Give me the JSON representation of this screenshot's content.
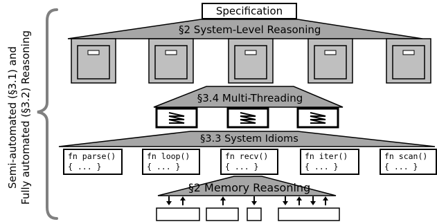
{
  "title": "Specification",
  "side_label": {
    "line1": "Semi-automated (§3.1) and",
    "line2": "Fully automated (§3.2) Reasoning"
  },
  "tiers": {
    "system": "§2 System-Level Reasoning",
    "threading": "§3.4 Multi-Threading",
    "idioms": "§3.3 System Idioms",
    "memory": "§2 Memory Reasoning"
  },
  "servers": [
    "server-1",
    "server-2",
    "server-3",
    "server-4",
    "server-5"
  ],
  "thread_icons": [
    "thread-1",
    "thread-2",
    "thread-3"
  ],
  "functions": [
    {
      "sig": "fn parse()",
      "body": "{ ... }"
    },
    {
      "sig": "fn loop()",
      "body": "{ ... }"
    },
    {
      "sig": "fn recv()",
      "body": "{ ... }"
    },
    {
      "sig": "fn iter()",
      "body": "{ ... }"
    },
    {
      "sig": "fn scan()",
      "body": "{ ... }"
    }
  ],
  "memory_arrows": [
    "down",
    "up",
    "up",
    "down",
    "down",
    "up",
    "down",
    "up"
  ],
  "memory_blocks": [
    "block-1",
    "block-2",
    "block-3",
    "block-4"
  ],
  "colors": {
    "trapezoid_fill": "#a6a6a6",
    "server_fill": "#bfbfbf",
    "stroke": "#000000",
    "bracket": "#808080"
  }
}
